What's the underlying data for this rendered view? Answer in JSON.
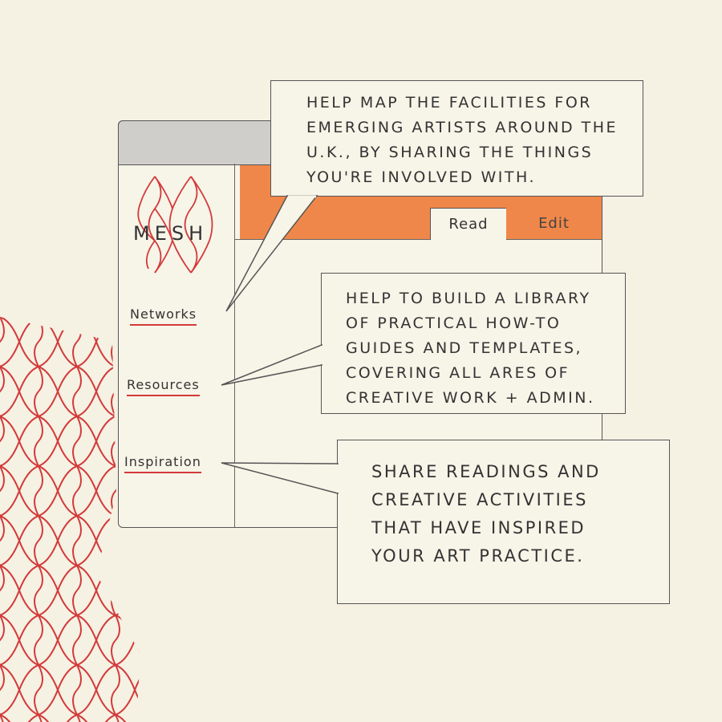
{
  "app": {
    "logo_text": "MESH"
  },
  "tabs": [
    {
      "label": "Read"
    },
    {
      "label": "Edit"
    }
  ],
  "sidebar": {
    "items": [
      {
        "label": "Networks"
      },
      {
        "label": "Resources"
      },
      {
        "label": "Inspiration"
      }
    ]
  },
  "callouts": [
    {
      "text": "Help map the facilities for emerging artists around the U.K., by sharing the things you're involved with."
    },
    {
      "text": "Help to build a library of practical how-to guides and templates, covering all ares of creative work + admin."
    },
    {
      "text": "Share readings and creative activities that have inspired your art practice."
    }
  ],
  "colors": {
    "accent": "#f0874a",
    "net": "#d33a3a",
    "paper": "#f5f1e3",
    "titlebar": "#cfcecb"
  }
}
